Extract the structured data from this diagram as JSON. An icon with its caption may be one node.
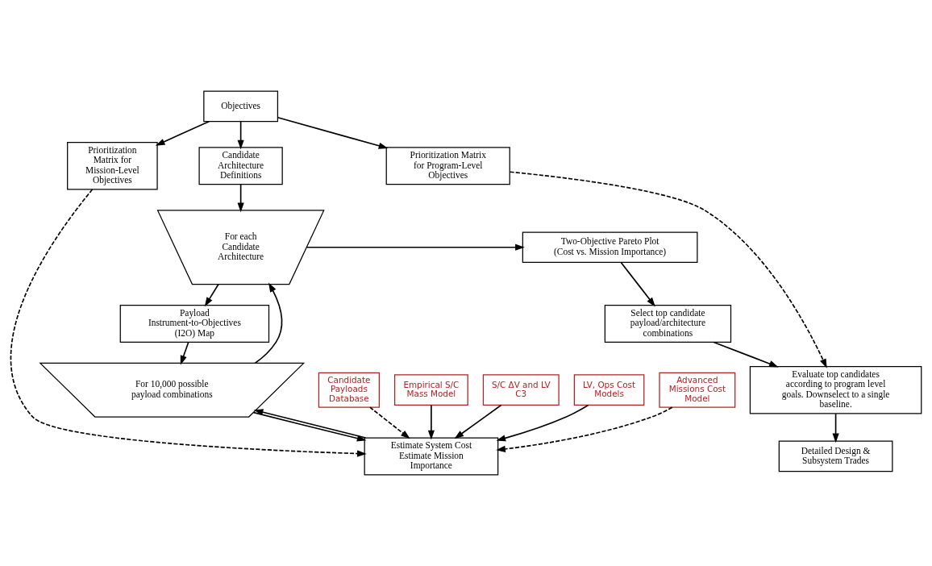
{
  "diagram": {
    "nodes": [
      {
        "text": [
          "Objectives"
        ]
      },
      {
        "text": [
          "Prioritization Matrix for Mission-Level Objectives"
        ]
      },
      {
        "text": [
          "Candidate Architecture Definitions"
        ]
      },
      {
        "text": [
          "Prioritization Matrix for Program-Level Objectives"
        ]
      },
      {
        "text": [
          "For each Candidate Architecture"
        ]
      },
      {
        "text": [
          "Payload Instrument-to-Objectives (I2O) Map"
        ]
      },
      {
        "text": [
          "For 10,000 possible payload combinations"
        ]
      },
      {
        "text": [
          "Estimate System Cost Estimate Mission Importance"
        ]
      },
      {
        "text": [
          "Candidate Payloads Database"
        ]
      },
      {
        "text": [
          "Empirical S/C Mass Model"
        ]
      },
      {
        "text": [
          "S/C ΔV and LV C3"
        ]
      },
      {
        "text": [
          "LV, Ops Cost Models"
        ]
      },
      {
        "text": [
          "Advanced Missions Cost Model"
        ]
      },
      {
        "text": [
          "Two-Objective Pareto Plot (Cost vs. Mission Importance)"
        ]
      },
      {
        "text": [
          "Select top candidate payload/architecture combinations"
        ]
      },
      {
        "text": [
          "Evaluate top candidates according to program level goals. Downselect to a single baseline."
        ]
      },
      {
        "text": [
          "Detailed Design & Subsystem Trades"
        ]
      }
    ],
    "edges": [
      {
        "from": 0,
        "to": 1,
        "arrow": "to"
      },
      {
        "from": 0,
        "to": 2,
        "arrow": "to"
      },
      {
        "from": 0,
        "to": 3,
        "arrow": "to"
      },
      {
        "from": 2,
        "to": 4,
        "arrow": "to"
      },
      {
        "from": 4,
        "to": 5,
        "arrow": "to"
      },
      {
        "from": 5,
        "to": 6,
        "arrow": "to"
      },
      {
        "from": 6,
        "to": 7,
        "arrow": "to"
      },
      {
        "from": 6,
        "to": 4,
        "arrow": "to"
      },
      {
        "from": 7,
        "to": 6,
        "arrow": "to"
      },
      {
        "from": 1,
        "to": 7,
        "arrow": "to",
        "style": "dashed"
      },
      {
        "from": 8,
        "to": 7,
        "arrow": "to",
        "style": "dashed"
      },
      {
        "from": 9,
        "to": 7,
        "arrow": "to"
      },
      {
        "from": 10,
        "to": 7,
        "arrow": "to"
      },
      {
        "from": 11,
        "to": 7,
        "arrow": "to"
      },
      {
        "from": 12,
        "to": 7,
        "arrow": "to",
        "style": "dashed"
      },
      {
        "from": 4,
        "to": 13,
        "arrow": "to"
      },
      {
        "from": 13,
        "to": 14,
        "arrow": "to"
      },
      {
        "from": 14,
        "to": 15,
        "arrow": "to"
      },
      {
        "from": 3,
        "to": 15,
        "arrow": "to",
        "style": "dashed"
      },
      {
        "from": 15,
        "to": 16,
        "arrow": "to"
      }
    ]
  }
}
